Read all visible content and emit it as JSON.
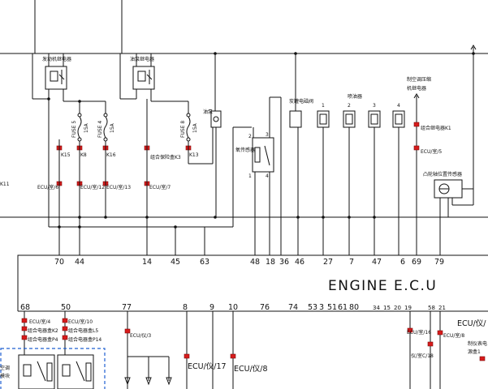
{
  "diagram": {
    "ecu_title": "ENGINE E.C.U",
    "relays": {
      "engine_relay": "发动机继电器",
      "pump_relay": "油泵继电器"
    },
    "fuses": {
      "fuse5": "FUSE 5",
      "fuse5_rating": "15A",
      "fuse4": "FUSE 4",
      "fuse4_rating": "15A",
      "fuse8": "FUSE 8",
      "fuse8_rating": "15A"
    },
    "connectors": {
      "k15": "K15",
      "k8": "K8",
      "k16": "K16",
      "k13": "K13",
      "k11": "K11",
      "conn_k3": "组合保险盒K3",
      "conn_k1": "组合继电器K1",
      "conn_k2": "组合电器盒K2",
      "conn_l5": "组合电器盒L5",
      "conn_p4": "组合电器盒P4",
      "conn_p14": "组合电器盒P14"
    },
    "components": {
      "oil_pump": "油泵",
      "oxygen_sensor": "氧传感器",
      "canister_valve": "炭罐电磁阀",
      "injectors": "喷油器",
      "inj1": "1",
      "inj2": "2",
      "inj3": "3",
      "inj4": "4",
      "ac_relay_line1": "制空调压缩",
      "ac_relay_line2": "机继电器",
      "cam_sensor": "凸轮轴位置传感器",
      "o2_pin2": "2",
      "o2_pin3": "3",
      "o2_pin1": "1",
      "o2_pin4": "4",
      "left_module_1": "空调",
      "left_module_2": "模块",
      "right_1": "制仪表电",
      "right_2": "源盒1"
    },
    "ecu_refs": {
      "r_ecu_b6": "ECU/室/6",
      "r_ecu_b12": "ECU/室/12",
      "r_ecu_b13": "ECU/室/13",
      "r_ecu_b7": "ECU/室/7",
      "r_ecu_b5": "ECU/室/5",
      "r_ecu_b4": "ECU/室/4",
      "r_ecu_b10": "ECU/室/10",
      "r_ecu_i3": "ECU/仪/3",
      "r_ecu_i17": "ECU/仪/17",
      "r_ecu_i8": "ECU/仪/8",
      "r_ecu_i_r": "ECU/仪/",
      "r_ecu_b16": "ECU/室/16",
      "r_ecu_b8": "ECU/室/8",
      "r_inst": "仪/室C/18"
    },
    "pins_top": [
      "70",
      "44",
      "14",
      "45",
      "63",
      "48",
      "18",
      "36",
      "46",
      "27",
      "7",
      "47",
      "6",
      "69",
      "79"
    ],
    "pins_bottom": [
      "68",
      "50",
      "77",
      "8",
      "9",
      "10",
      "76",
      "74",
      "53",
      "3",
      "51",
      "61",
      "80",
      "34",
      "15",
      "20",
      "19",
      "58",
      "21"
    ]
  }
}
